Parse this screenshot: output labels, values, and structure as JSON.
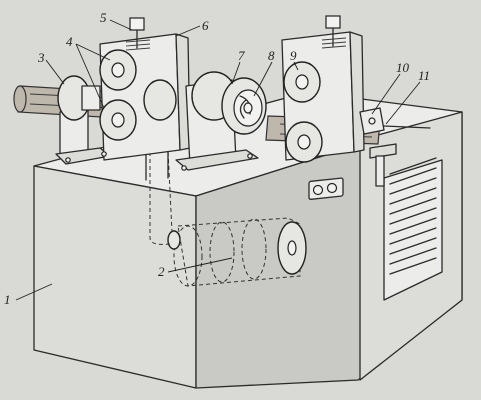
{
  "labels": {
    "l1": "1",
    "l2": "2",
    "l3": "3",
    "l4": "4",
    "l5": "5",
    "l6": "6",
    "l7": "7",
    "l8": "8",
    "l9": "9",
    "l10": "10",
    "l11": "11"
  },
  "colors": {
    "paper": "#d9d9d6",
    "ink": "#2b2b2b"
  }
}
